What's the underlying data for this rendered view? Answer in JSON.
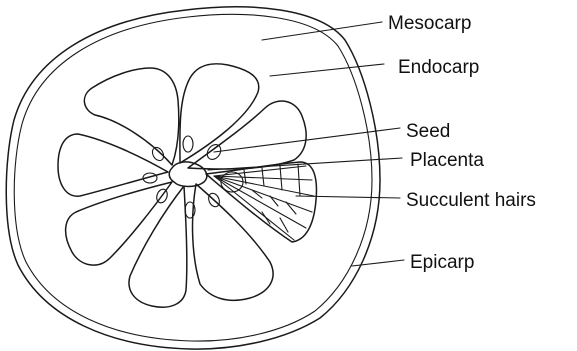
{
  "diagram": {
    "labels": {
      "mesocarp": "Mesocarp",
      "endocarp": "Endocarp",
      "seed": "Seed",
      "placenta": "Placenta",
      "succulent_hairs": "Succulent hairs",
      "epicarp": "Epicarp"
    }
  }
}
